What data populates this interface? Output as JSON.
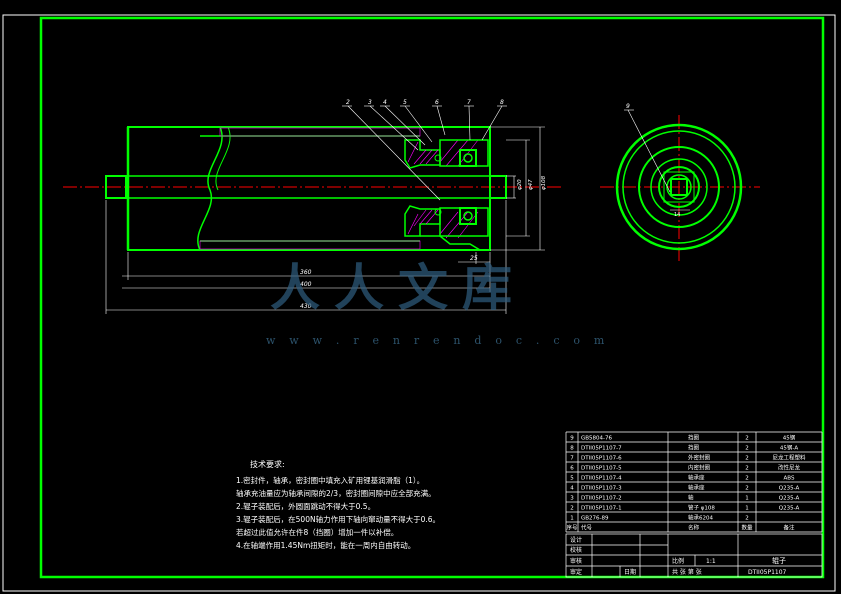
{
  "drawing": {
    "tech_notes_title": "技术要求:",
    "tech_notes": [
      "1.密封件，轴承，密封圈中填充入矿用锂基润滑脂（1）。",
      "  轴承充油量应为轴承间隙的2/3，密封圈间隙中应全部充满。",
      "2.辊子装配后，外圆面跳动不得大于0.5。",
      "3.辊子装配后，在500N轴力作用下轴向窜动量不得大于0.6。",
      "  若超过此值允许在件8（挡圈）增加一件以补偿。",
      "4.在轴端作用1.45Nm扭矩时，能在一周内自由转动。"
    ],
    "part_balloons": [
      "2",
      "3",
      "4",
      "5",
      "6",
      "7",
      "8"
    ],
    "end_view_balloon": "9",
    "watermark": {
      "text_cn": "人人文库",
      "url": "w w w . r e n r e n d o c . c o m"
    }
  },
  "bom": {
    "rows": [
      {
        "no": "9",
        "code": "GB5804-76",
        "name": "挡圈",
        "qty": "2",
        "material": "45钢"
      },
      {
        "no": "8",
        "code": "DTII05P1107-7",
        "name": "挡圈",
        "qty": "2",
        "material": "45钢-A"
      },
      {
        "no": "7",
        "code": "DTII05P1107-6",
        "name": "外密封圈",
        "qty": "2",
        "material": "尼龙工程塑料"
      },
      {
        "no": "6",
        "code": "DTII05P1107-5",
        "name": "内密封圈",
        "qty": "2",
        "material": "改性尼龙"
      },
      {
        "no": "5",
        "code": "DTII05P1107-4",
        "name": "轴承座",
        "qty": "2",
        "material": "ABS"
      },
      {
        "no": "4",
        "code": "DTII05P1107-3",
        "name": "轴承座",
        "qty": "2",
        "material": "Q235-A"
      },
      {
        "no": "3",
        "code": "DTII05P1107-2",
        "name": "轴",
        "qty": "1",
        "material": "Q235-A"
      },
      {
        "no": "2",
        "code": "DTII05P1107-1",
        "name": "管子 φ108",
        "qty": "1",
        "material": "Q235-A"
      },
      {
        "no": "1",
        "code": "GB276-89",
        "name": "轴承6204",
        "qty": "2",
        "material": ""
      }
    ],
    "header": {
      "no": "序号",
      "code": "代号",
      "name": "名称",
      "qty": "数量",
      "material": "备注"
    }
  },
  "titleblock": {
    "labels": [
      "设计",
      "校核",
      "审核",
      "审定",
      "日期"
    ],
    "scale_label": "比例",
    "scale": "1:1",
    "sheet": "共 张  第 张",
    "part_name": "辊子",
    "drawing_no": "DTII05P1107"
  },
  "colors": {
    "frame": "#00ff00",
    "outline": "#00ff00",
    "center": "#ff0000",
    "dim": "#ffffff",
    "hatch": "#ff00ff",
    "bg": "#000000"
  }
}
